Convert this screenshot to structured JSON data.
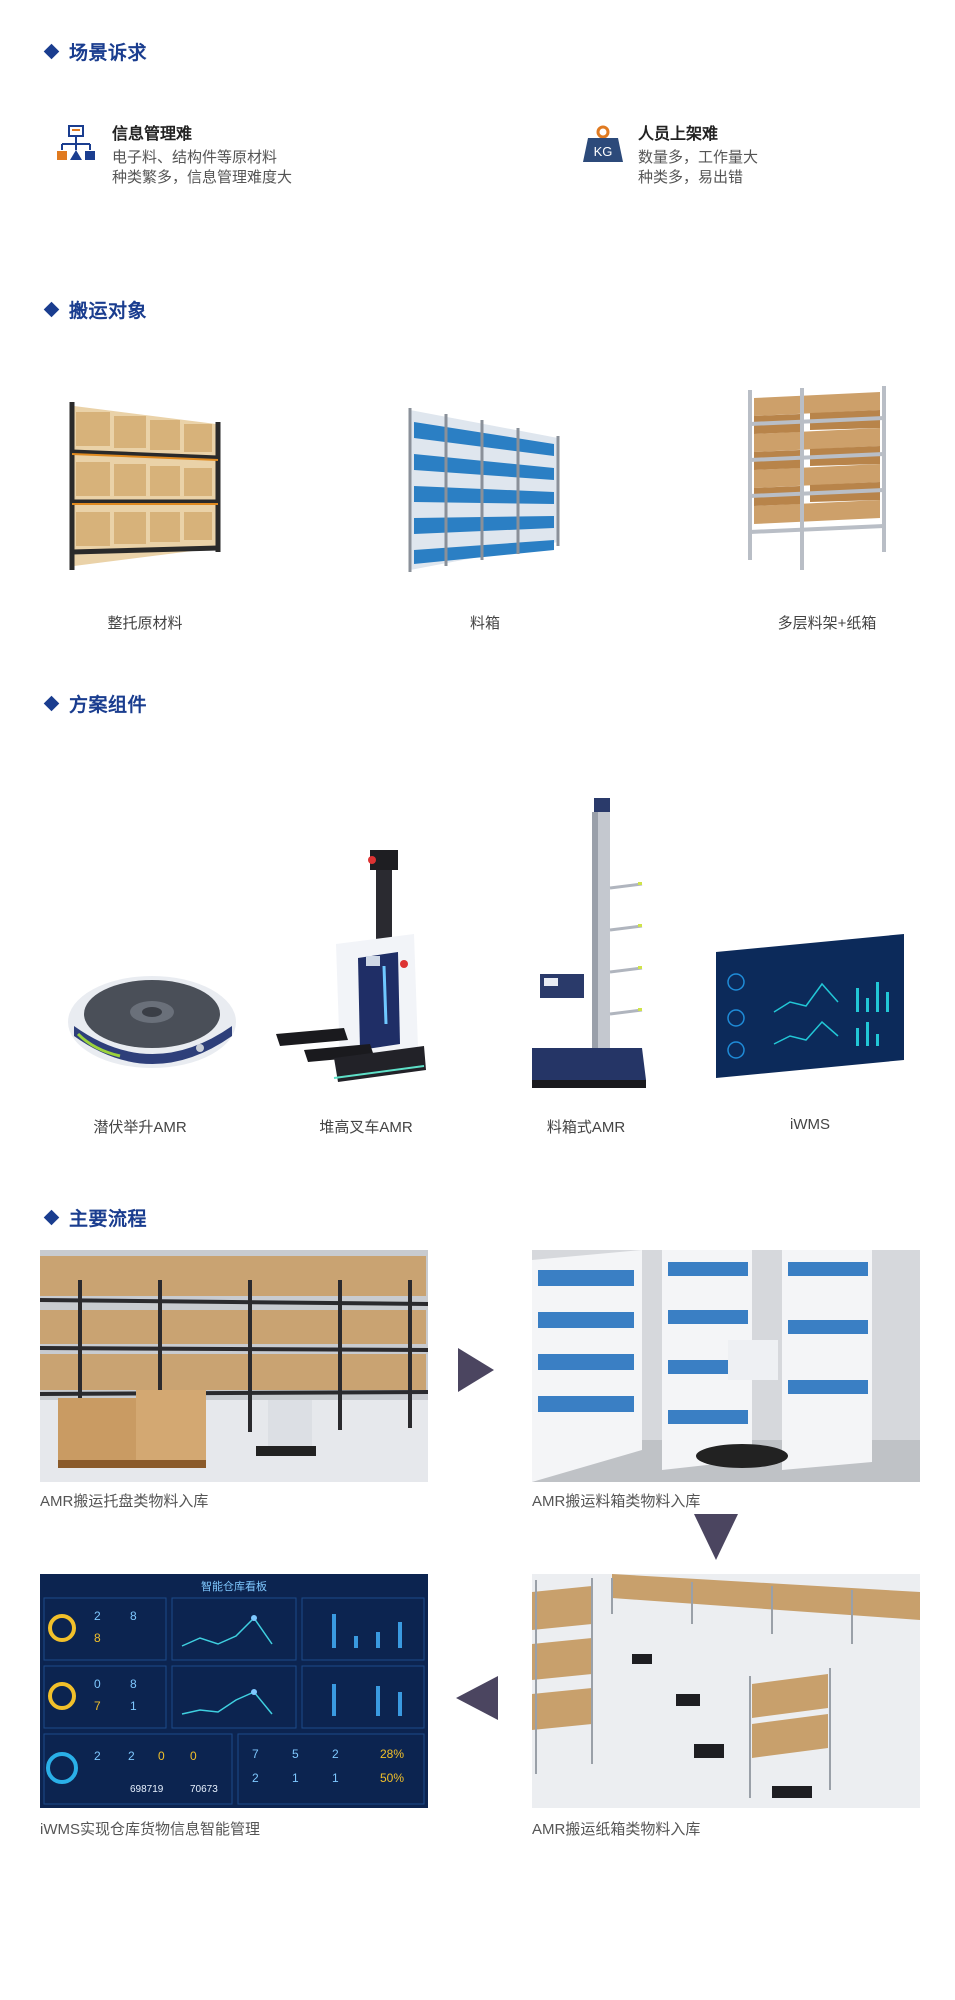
{
  "sections": {
    "scenario": "场景诉求",
    "objects": "搬运对象",
    "components": "方案组件",
    "process": "主要流程"
  },
  "pain_points": [
    {
      "title": "信息管理难",
      "line1": "电子料、结构件等原材料",
      "line2": "种类繁多，信息管理难度大",
      "icon": "org-chart-icon"
    },
    {
      "title": "人员上架难",
      "line1": "数量多，工作量大",
      "line2": "种类多，易出错",
      "icon": "kg-weight-icon",
      "icon_text": "KG"
    }
  ],
  "objects": [
    {
      "label": "整托原材料"
    },
    {
      "label": "料箱"
    },
    {
      "label": "多层料架+纸箱"
    }
  ],
  "components": [
    {
      "label": "潜伏举升AMR"
    },
    {
      "label": "堆高叉车AMR"
    },
    {
      "label": "料箱式AMR"
    },
    {
      "label": "iWMS"
    }
  ],
  "process": [
    {
      "label": "AMR搬运托盘类物料入库"
    },
    {
      "label": "AMR搬运料箱类物料入库"
    },
    {
      "label": "AMR搬运纸箱类物料入库"
    },
    {
      "label": "iWMS实现仓库货物信息智能管理"
    }
  ],
  "dashboard": {
    "title": "智能仓库看板",
    "row1": [
      "2",
      "8",
      "8"
    ],
    "row2": [
      "0",
      "8",
      "7",
      "1"
    ],
    "row3": [
      "2",
      "2",
      "0",
      "0",
      "7",
      "5",
      "2",
      "28%"
    ],
    "row4": [
      "2",
      "1",
      "1",
      "50%"
    ],
    "totals": [
      "698719",
      "70673"
    ]
  },
  "colors": {
    "accent": "#1a3d8f",
    "arrow": "#4b4560",
    "dashboard_bg": "#0c2450"
  }
}
